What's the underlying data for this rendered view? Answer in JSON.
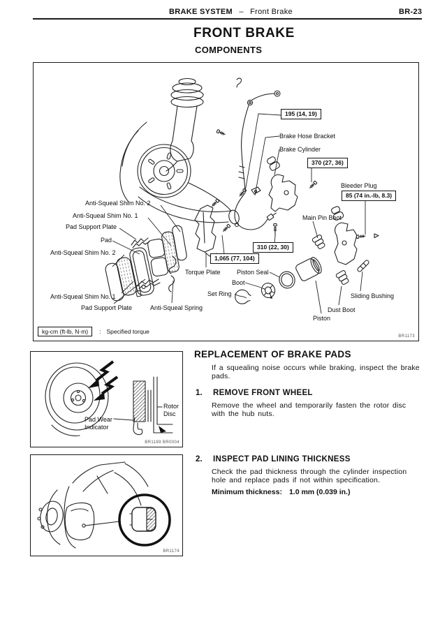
{
  "header": {
    "section": "BRAKE SYSTEM",
    "separator": "–",
    "subsection": "Front Brake",
    "page_number": "BR-23"
  },
  "title": "FRONT BRAKE",
  "subtitle": "COMPONENTS",
  "components_figure": {
    "labels": [
      {
        "text": "195 (14, 19)"
      },
      {
        "text": "Brake Hose Bracket"
      },
      {
        "text": "Brake Cylinder"
      },
      {
        "text": "370 (27, 36)"
      },
      {
        "text": "Bleeder Plug"
      },
      {
        "text": "85 (74 in.-lb, 8.3)"
      },
      {
        "text": "Main Pin Boot"
      },
      {
        "text": "Anti-Squeal Shim No. 2"
      },
      {
        "text": "Anti-Squeal Shim No. 1"
      },
      {
        "text": "Pad Support Plate"
      },
      {
        "text": "Pad"
      },
      {
        "text": "Anti-Squeal Shim No. 2"
      },
      {
        "text": "310 (22, 30)"
      },
      {
        "text": "1,065 (77, 104)"
      },
      {
        "text": "Torque Plate"
      },
      {
        "text": "Piston Seal"
      },
      {
        "text": "Boot"
      },
      {
        "text": "Set Ring"
      },
      {
        "text": "Anti-Squeal Shim No. 1"
      },
      {
        "text": "Pad Support Plate"
      },
      {
        "text": "Anti-Squeal Spring"
      },
      {
        "text": "Sliding Bushing"
      },
      {
        "text": "Dust Boot"
      },
      {
        "text": "Piston"
      }
    ],
    "legend_box": "kg-cm (ft-lb, N·m)",
    "legend_separator": ":",
    "legend_text": "Specified torque",
    "figure_code": "BR1173"
  },
  "replacement": {
    "heading": "REPLACEMENT OF BRAKE PADS",
    "intro": "If a squealing noise occurs while braking, inspect the brake\npads.",
    "steps": [
      {
        "number": "1.",
        "title": "REMOVE FRONT WHEEL",
        "body": "Remove the wheel and temporarily fasten the rotor disc\nwith the hub nuts."
      },
      {
        "number": "2.",
        "title": "INSPECT PAD LINING THICKNESS",
        "body": "Check the pad thickness through the cylinder inspection\nhole and replace pads if not within specification.",
        "spec_label": "Minimum thickness:",
        "spec_value": "1.0 mm (0.039 in.)"
      }
    ]
  },
  "wheel_figure": {
    "pad_wear": [
      "Pad Wear",
      "Indicator"
    ],
    "rotor_disc": [
      "Rotor",
      "Disc"
    ],
    "figure_code": "BR1189 BR0004"
  },
  "inspection_figure": {
    "figure_code": "BR1174"
  }
}
